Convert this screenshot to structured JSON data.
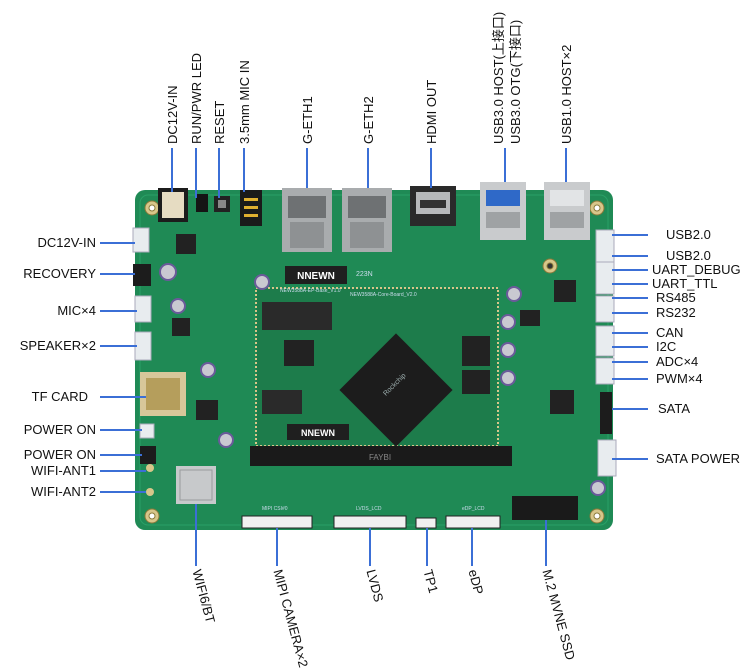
{
  "colors": {
    "pcb": "#1f8a55",
    "pcb_dark": "#156b40",
    "som": "#1d7c4b",
    "line": "#3b6fd6",
    "chip": "#1c1c1c",
    "metal": "#b9bcbe",
    "connector_white": "#e8ecef"
  },
  "labels_top": [
    "DC12V-IN",
    "RUN/PWR LED",
    "RESET",
    "3.5mm MIC IN",
    "G-ETH1",
    "G-ETH2",
    "HDMI OUT",
    "USB3.0 HOST(上接口)",
    "USB3.0 OTG(下接口)",
    "USB1.0 HOST×2"
  ],
  "labels_left": [
    "DC12V-IN",
    "RECOVERY",
    "MIC×4",
    "SPEAKER×2",
    "TF CARD",
    "POWER ON",
    "POWER ON",
    "WIFI-ANT1",
    "WIFI-ANT2"
  ],
  "labels_right": [
    "USB2.0",
    "USB2.0",
    "UART_DEBUG",
    "UART_TTL",
    "RS485",
    "RS232",
    "CAN",
    "I2C",
    "ADC×4",
    "PWM×4",
    "SATA",
    "SATA POWER"
  ],
  "labels_bottom": [
    "WIFI6/BT",
    "MIPI CAMERA×2",
    "LVDS",
    "TP1",
    "eDP",
    "M.2 MVNE SSD"
  ],
  "board_marks": {
    "brand": "NNEWN",
    "brand2": "NNEWN",
    "chip_logo": "Rockchip",
    "serial": "223N",
    "som_title": "NEW3588A-Core-Board_V2.0",
    "base_title": "NEW3588A-EP-Base_V1.0",
    "slot_text": "FAYBI",
    "mipi_silk": "MIPI CSI#0",
    "lvds_silk": "LVDS_LCD",
    "edp_silk": "eDP_LCD"
  }
}
